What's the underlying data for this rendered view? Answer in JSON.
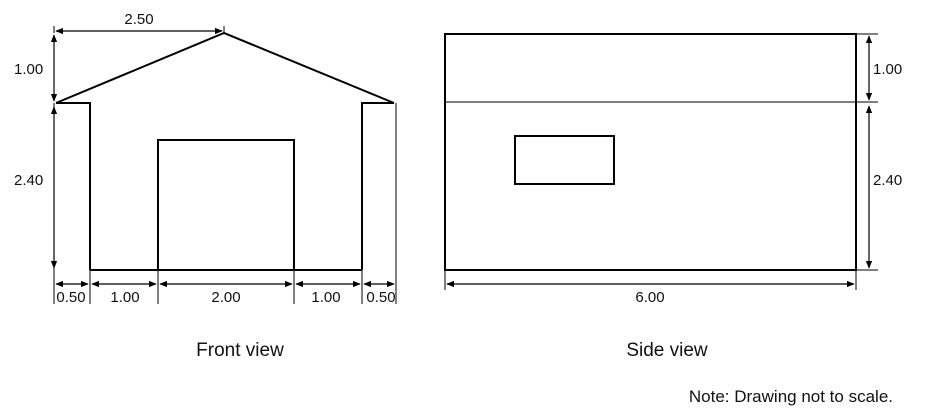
{
  "front_view": {
    "caption": "Front view",
    "dims": {
      "roof_half_width": "2.50",
      "roof_height": "1.00",
      "wall_height": "2.40",
      "eave_left": "0.50",
      "wall_left": "1.00",
      "door_width": "2.00",
      "wall_right": "1.00",
      "eave_right": "0.50"
    }
  },
  "side_view": {
    "caption": "Side view",
    "dims": {
      "roof_height": "1.00",
      "wall_height": "2.40",
      "length": "6.00"
    }
  },
  "note": "Note: Drawing not to scale."
}
